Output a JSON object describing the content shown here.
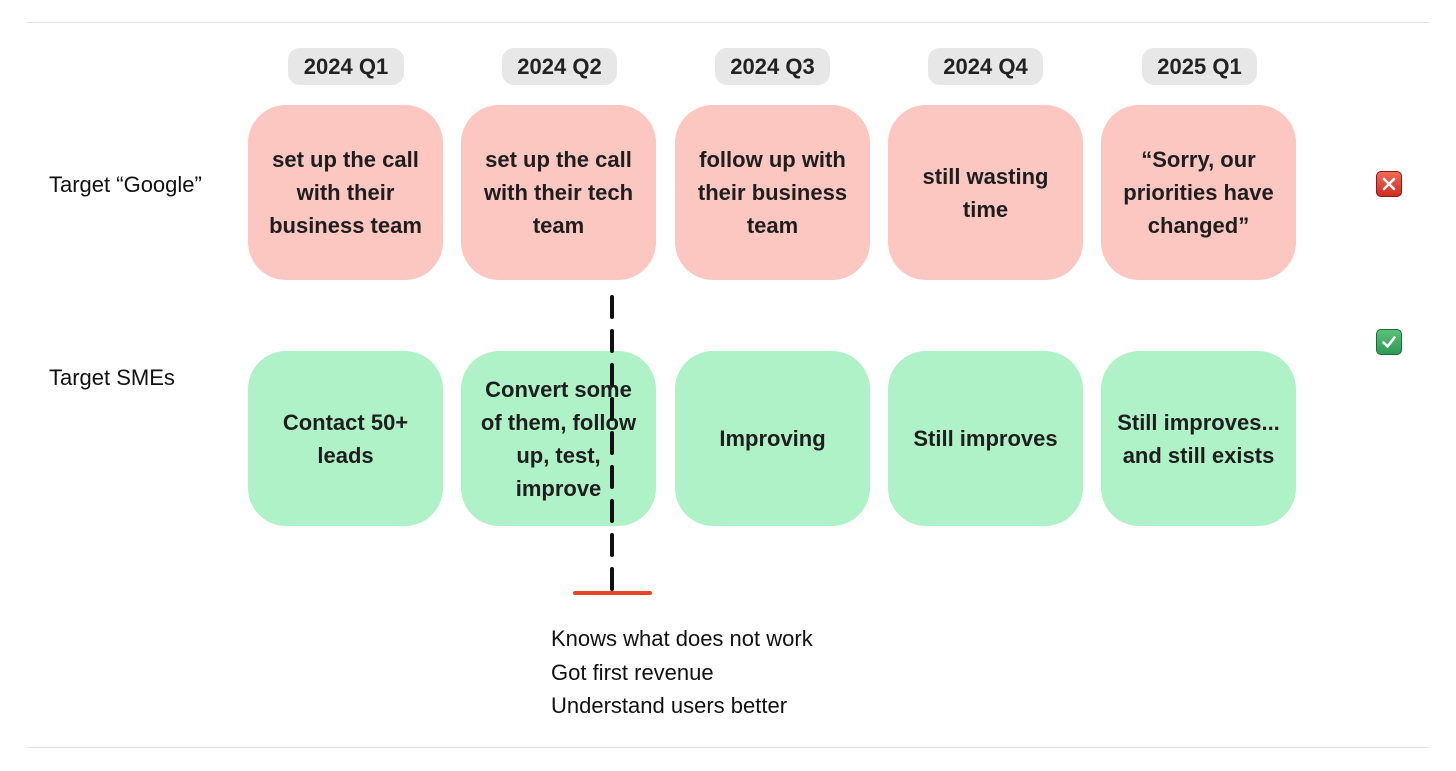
{
  "quarters": [
    "2024 Q1",
    "2024 Q2",
    "2024 Q3",
    "2024 Q4",
    "2025 Q1"
  ],
  "rows": [
    {
      "label": "Target “Google”",
      "status_icon": "cross-mark-icon",
      "status_color": "#d7382a",
      "card_color": "#fcc6c1",
      "cards": [
        "set up the call with their business team",
        "set up the call with their tech team",
        "follow up with their business team",
        "still wasting time",
        "“Sorry, our priorities have changed”"
      ]
    },
    {
      "label": "Target SMEs",
      "status_icon": "check-mark-icon",
      "status_color": "#3aa862",
      "card_color": "#b0f2c8",
      "cards": [
        "Contact 50+ leads",
        "Convert some of them, follow up, test, improve",
        "Improving",
        "Still improves",
        "Still improves... and still exists"
      ]
    }
  ],
  "milestone": {
    "line_color": "#111111",
    "marker_color": "#e8442a",
    "notes": [
      "Knows what does not work",
      "Got first revenue",
      "Understand users better"
    ]
  }
}
